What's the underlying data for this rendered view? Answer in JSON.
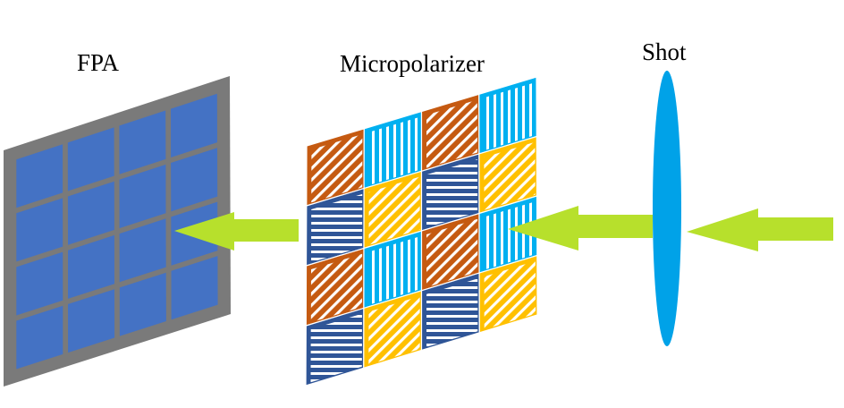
{
  "labels": {
    "fpa": "FPA",
    "micropolarizer": "Micropolarizer",
    "shot": "Shot"
  },
  "colors": {
    "background": "#ffffff",
    "fpa_frame": "#7a7a7a",
    "fpa_pixel": "#4472c4",
    "micro_orange": "#c55a11",
    "micro_cyan": "#00b0f0",
    "micro_yellow": "#ffc000",
    "micro_navy": "#2f5597",
    "stripe": "#ffffff",
    "lens": "#00a2e8",
    "arrow": "#b7e02c"
  },
  "micropolarizer_grid": [
    [
      "orange-diag",
      "cyan-vert",
      "orange-diag",
      "cyan-vert"
    ],
    [
      "navy-horiz",
      "yellow-diag",
      "navy-horiz",
      "yellow-diag"
    ],
    [
      "orange-diag",
      "cyan-vert",
      "orange-diag",
      "cyan-vert"
    ],
    [
      "navy-horiz",
      "yellow-diag",
      "navy-horiz",
      "yellow-diag"
    ]
  ],
  "fpa_grid": {
    "rows": 4,
    "cols": 4
  }
}
